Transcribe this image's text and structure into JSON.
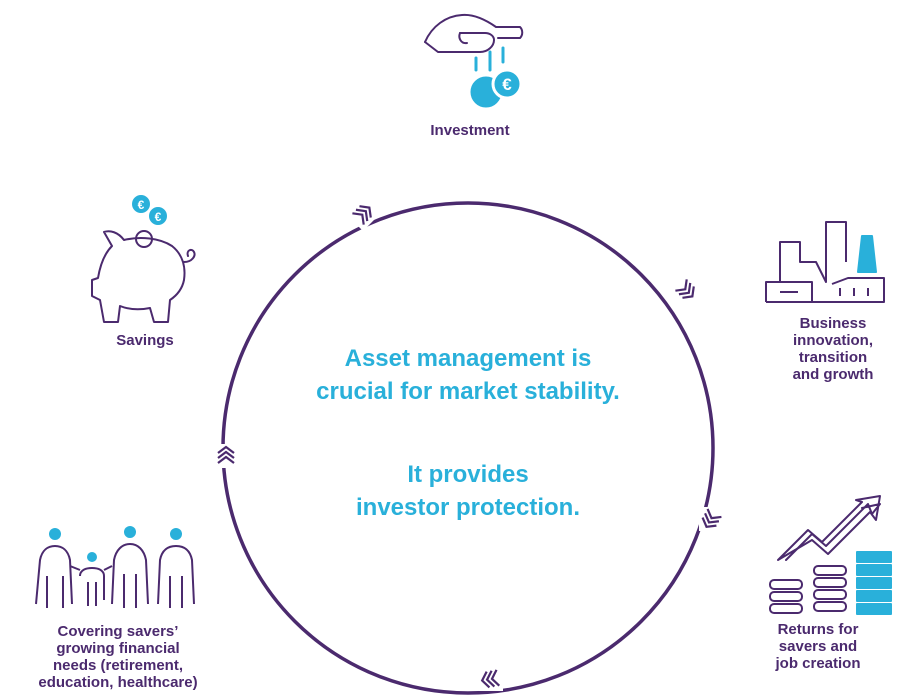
{
  "center": {
    "line1": "Asset management is",
    "line2": "crucial for market stability.",
    "line3": "It provides",
    "line4": "investor protection."
  },
  "stages": {
    "investment": "Investment",
    "business": [
      "Business",
      "innovation,",
      "transition",
      "and growth"
    ],
    "returns": [
      "Returns for",
      "savers and",
      "job creation"
    ],
    "needs": [
      "Covering savers’",
      "growing financial",
      "needs (retirement,",
      "education, healthcare)"
    ],
    "savings": "Savings"
  },
  "icons": {
    "investment": "hand-dropping-coins-icon",
    "business": "factory-icon",
    "returns": "growth-chart-coins-icon",
    "needs": "family-icon",
    "savings": "piggy-bank-icon",
    "coin_symbol": "€"
  },
  "colors": {
    "purple": "#4b2a6e",
    "cyan": "#29b0da"
  }
}
